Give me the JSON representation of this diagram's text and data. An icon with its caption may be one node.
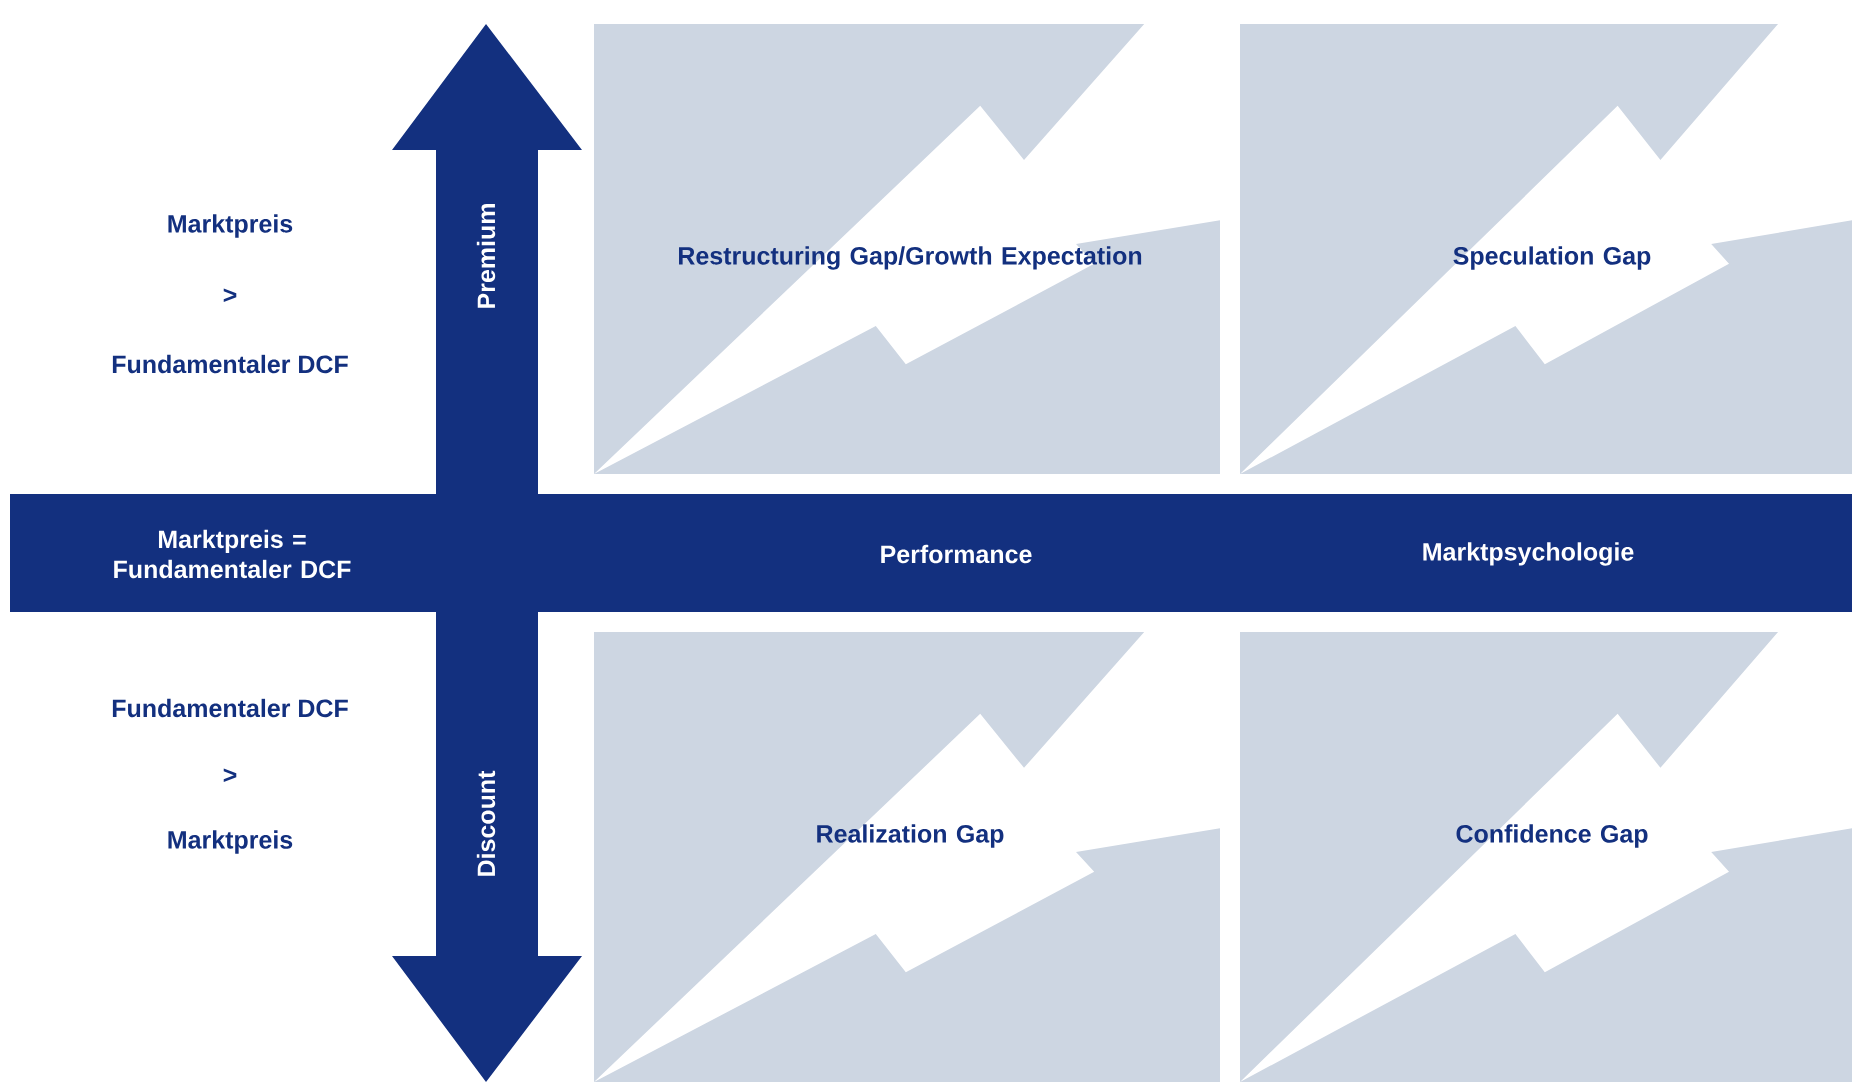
{
  "diagram": {
    "nodes": [
      {
        "text": [
          "Premium",
          "Discount"
        ]
      },
      {
        "text": [
          "Marktpreis = Fundamentaler DCF",
          "Performance",
          "Marktpsychologie"
        ]
      },
      {
        "text": [
          "Restructuring Gap/Growth Expectation"
        ]
      },
      {
        "text": [
          "Speculation Gap"
        ]
      },
      {
        "text": [
          "Realization Gap"
        ]
      },
      {
        "text": [
          "Confidence Gap"
        ]
      }
    ],
    "labels": [
      "Marktpreis",
      ">",
      "Fundamentaler DCF",
      "Fundamentaler DCF",
      ">",
      "Marktpreis"
    ]
  }
}
